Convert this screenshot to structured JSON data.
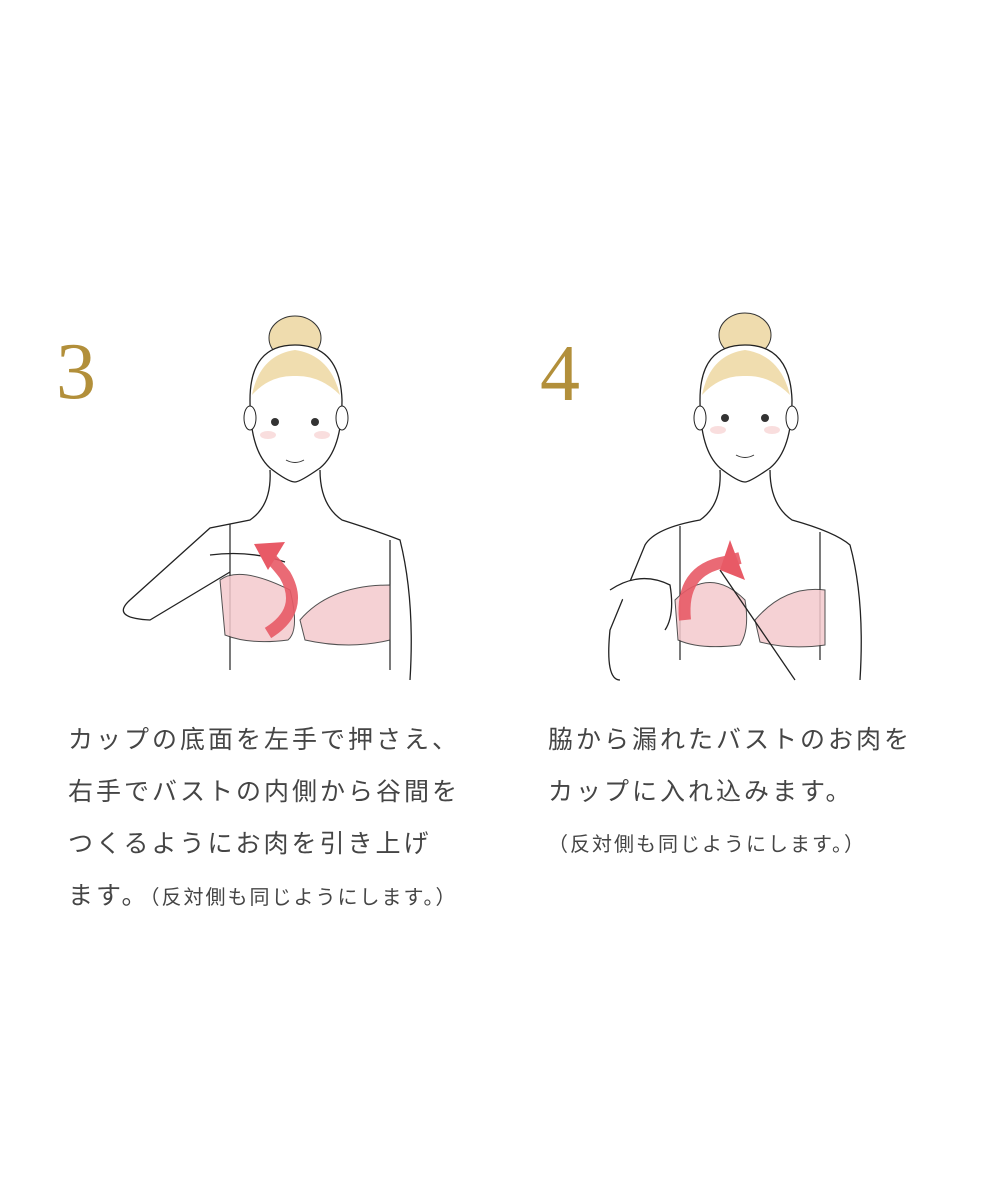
{
  "steps": [
    {
      "number": "3",
      "illustration": "woman-lifting-bust-toward-cleavage",
      "lines": [
        "カップの底面を左手で押さえ、",
        "右手でバストの内側から谷間を",
        "つくるようにお肉を引き上げ",
        "ます。"
      ],
      "note": "（反対側も同じようにします。）"
    },
    {
      "number": "4",
      "illustration": "woman-scooping-side-bust-into-cup",
      "lines": [
        "脇から漏れたバストのお肉を",
        "カップに入れ込みます。"
      ],
      "note": "（反対側も同じようにします。）"
    }
  ],
  "colors": {
    "number_gold": "#b28f3a",
    "arrow_red": "#e85a66",
    "cup_pink": "#f4c9cd",
    "hair_blonde": "#e8cf9a",
    "text": "#454545"
  }
}
